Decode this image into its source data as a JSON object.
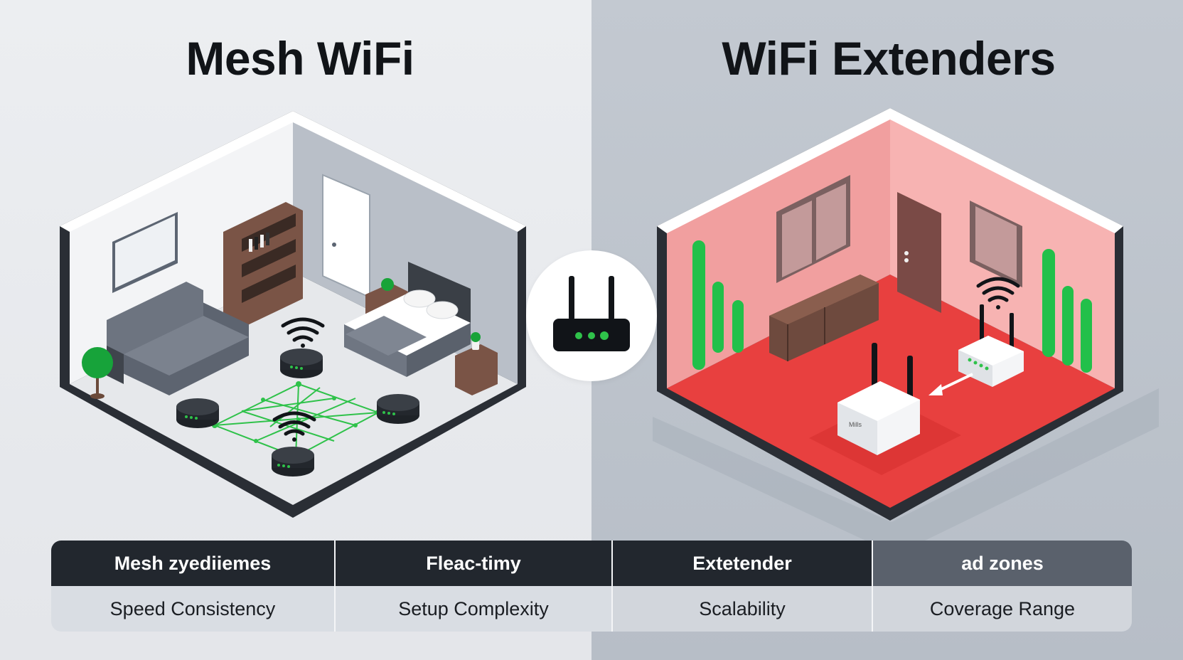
{
  "titles": {
    "left": "Mesh WiFi",
    "right": "WiFi Extenders"
  },
  "comparison_table": {
    "headers": [
      "Mesh zyediiemes",
      "Fleac-timy",
      "Extetender",
      "ad zones"
    ],
    "rows": [
      [
        "Speed Consistency",
        "Setup Complexity",
        "Scalability",
        "Coverage Range"
      ]
    ]
  },
  "colors": {
    "mesh_link": "#2fc24a",
    "signal_bar": "#22c04a",
    "dead_zone_floor": "#e8403f",
    "dead_zone_wall": "#f4a4a4",
    "header_dark": "#22272e",
    "header_gray": "#5a616c"
  },
  "icons": {
    "center": "router-icon",
    "mesh_node": "mesh-node-icon",
    "wifi": "wifi-icon",
    "extender": "extender-icon",
    "arrow": "arrow-icon"
  },
  "device_labels": {
    "main_router": "Mi⁠lls"
  }
}
